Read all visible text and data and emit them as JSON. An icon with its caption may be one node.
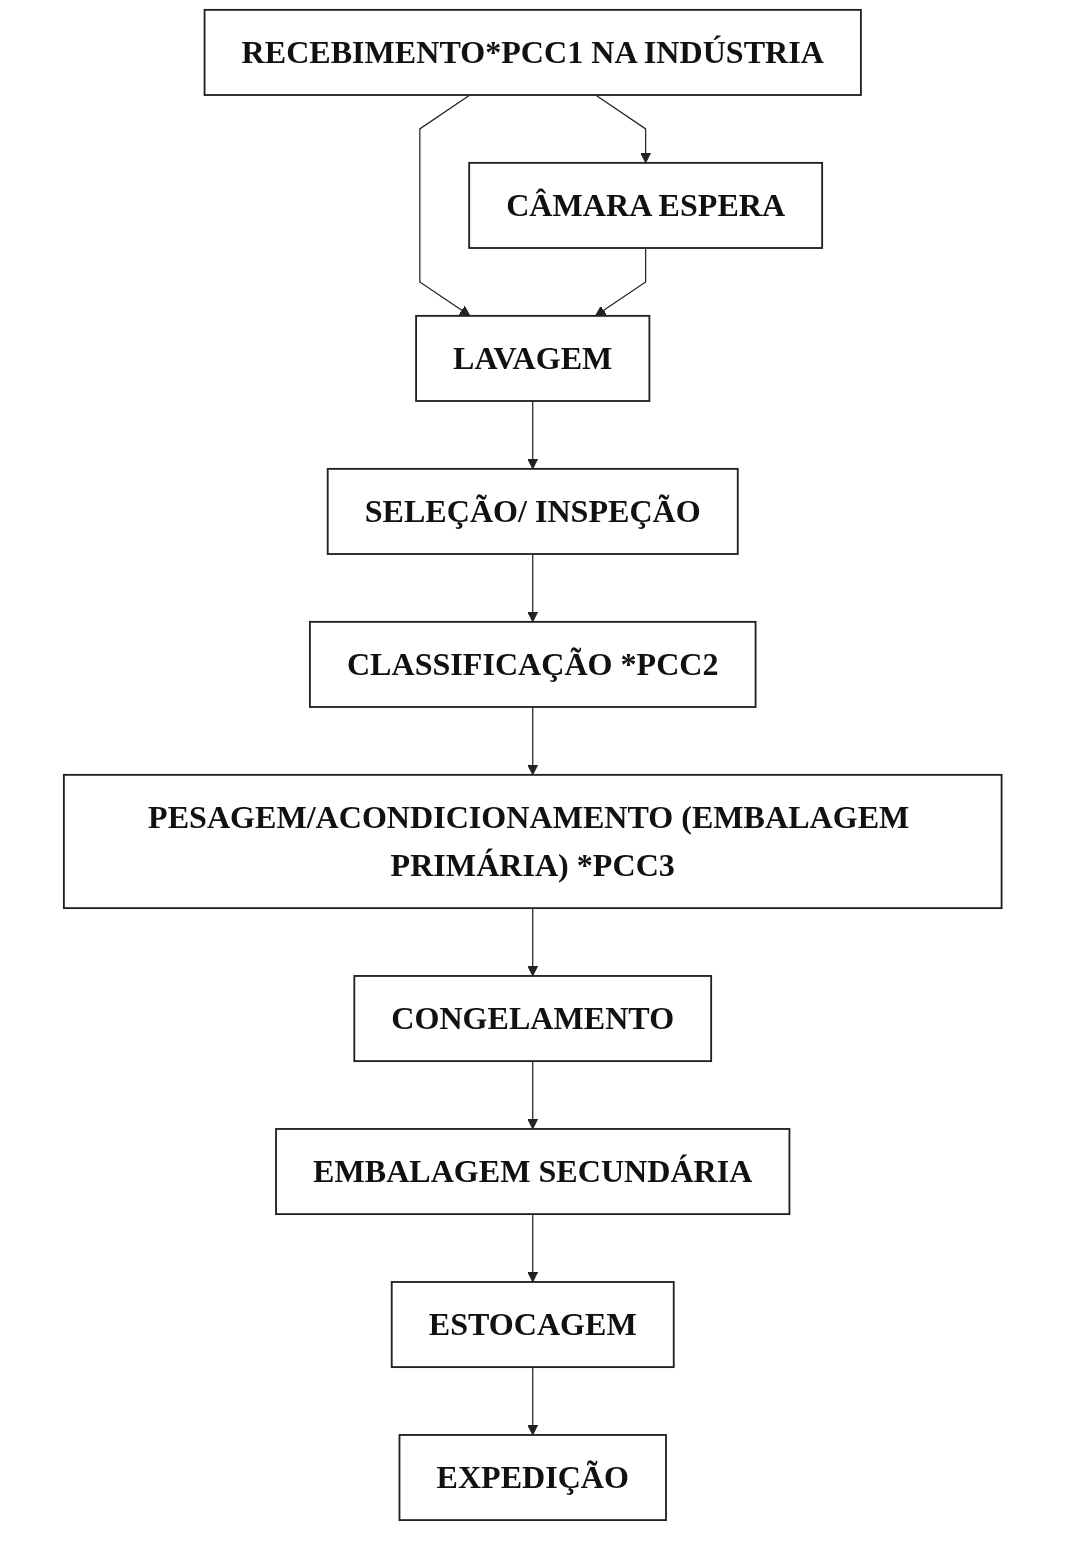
{
  "diagram": {
    "nodes": [
      {
        "text": [
          "RECEBIMENTO*PCC1 NA INDÚSTRIA"
        ]
      },
      {
        "text": [
          "CÂMARA ESPERA"
        ]
      },
      {
        "text": [
          "LAVAGEM"
        ]
      },
      {
        "text": [
          "SELEÇÃO/ INSPEÇÃO"
        ]
      },
      {
        "text": [
          "CLASSIFICAÇÃO *PCC2"
        ]
      },
      {
        "text": [
          "PESAGEM/ACONDICIONAMENTO (EMBALAGEM PRIMÁRIA) *PCC3"
        ]
      },
      {
        "text": [
          "CONGELAMENTO"
        ]
      },
      {
        "text": [
          "EMBALAGEM SECUNDÁRIA"
        ]
      },
      {
        "text": [
          "ESTOCAGEM"
        ]
      },
      {
        "text": [
          "EXPEDIÇÃO"
        ]
      }
    ],
    "edges": [
      {
        "from": 0,
        "to": 1,
        "arrow": "to"
      },
      {
        "from": 0,
        "to": 2,
        "arrow": "to"
      },
      {
        "from": 1,
        "to": 2,
        "arrow": "to"
      },
      {
        "from": 2,
        "to": 3,
        "arrow": "to"
      },
      {
        "from": 3,
        "to": 4,
        "arrow": "to"
      },
      {
        "from": 4,
        "to": 5,
        "arrow": "to"
      },
      {
        "from": 5,
        "to": 6,
        "arrow": "to"
      },
      {
        "from": 6,
        "to": 7,
        "arrow": "to"
      },
      {
        "from": 7,
        "to": 8,
        "arrow": "to"
      },
      {
        "from": 8,
        "to": 9,
        "arrow": "to"
      }
    ]
  }
}
